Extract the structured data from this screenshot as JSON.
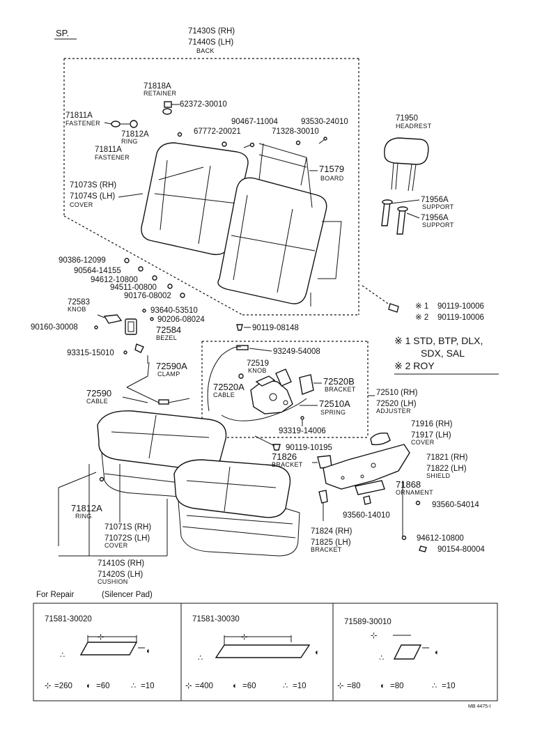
{
  "header": {
    "sp": "SP."
  },
  "back": {
    "pn_rh": "71430S (RH)",
    "pn_lh": "71440S (LH)",
    "name": "BACK"
  },
  "retainer": {
    "pn": "71818A",
    "name": "RETAINER"
  },
  "fastener_top": {
    "pn": "71811A",
    "name": "FASTENER"
  },
  "ring_top": {
    "pn": "71812A",
    "name": "RING"
  },
  "fastener_bottom": {
    "pn": "71811A",
    "name": "FASTENER"
  },
  "bolts_top": {
    "a": "62372-30010",
    "b": "90467-11004",
    "c": "93530-24010",
    "d": "67772-20021",
    "e": "71328-30010"
  },
  "board": {
    "pn": "71579",
    "name": "BOARD"
  },
  "headrest": {
    "pn": "71950",
    "name": "HEADREST"
  },
  "support_a": {
    "pn": "71956A",
    "name": "SUPPORT"
  },
  "support_b": {
    "pn": "71956A",
    "name": "SUPPORT"
  },
  "back_cover": {
    "pn_rh": "71073S (RH)",
    "pn_lh": "71074S (LH)",
    "name": "COVER"
  },
  "small_parts": {
    "p1": "90386-12099",
    "p2": "90564-14155",
    "p3": "94612-10800",
    "p4": "94511-00800",
    "p5": "90176-08002"
  },
  "knob_left": {
    "pn": "72583",
    "name": "KNOB"
  },
  "screw_93640": "93640-53510",
  "screw_90206": "90206-08024",
  "bezel": {
    "pn": "72584",
    "name": "BEZEL"
  },
  "screw_90160": "90160-30008",
  "screw_90119_08148": "90119-08148",
  "bolt_right": {
    "mark1": "※ 1",
    "pn1": "90119-10006",
    "mark2": "※ 2",
    "pn2": "90119-10006"
  },
  "notes": {
    "line1": "※ 1  STD, BTP, DLX,",
    "line2": "SDX, SAL",
    "line3": "※ 2  ROY"
  },
  "screw_93315": "93315-15010",
  "clamp": {
    "pn": "72590A",
    "name": "CLAMP"
  },
  "screw_93249": "93249-54008",
  "knob_inner": {
    "pn": "72519",
    "name": "KNOB"
  },
  "cable_inner": {
    "pn": "72520A",
    "name": "CABLE"
  },
  "bracket_adj": {
    "pn": "72520B",
    "name": "BRACKET"
  },
  "adjuster": {
    "pn_rh": "72510 (RH)",
    "pn_lh": "72520 (LH)",
    "name": "ADJUSTER"
  },
  "spring": {
    "pn": "72510A",
    "name": "SPRING"
  },
  "cable_left": {
    "pn": "72590",
    "name": "CABLE"
  },
  "screw_93319": "93319-14006",
  "screw_90119_10195": "90119-10195",
  "bracket_71826": {
    "pn": "71826",
    "name": "BRACKET"
  },
  "cover_side": {
    "pn_rh": "71916 (RH)",
    "pn_lh": "71917 (LH)",
    "name": "COVER"
  },
  "shield": {
    "pn_rh": "71821 (RH)",
    "pn_lh": "71822 (LH)",
    "name": "SHIELD"
  },
  "ornament": {
    "pn": "71868",
    "name": "ORNAMENT"
  },
  "screw_93560_54014": "93560-54014",
  "screw_93560_14010": "93560-14010",
  "ring_bottom": {
    "pn": "71812A",
    "name": "RING"
  },
  "cushion_cover": {
    "pn_rh": "71071S (RH)",
    "pn_lh": "71072S (LH)",
    "name": "COVER"
  },
  "bracket_71824": {
    "pn_rh": "71824 (RH)",
    "pn_lh": "71825 (LH)",
    "name": "BRACKET"
  },
  "screw_94612": "94612-10800",
  "screw_90154": "90154-80004",
  "cushion": {
    "pn_rh": "71410S (RH)",
    "pn_lh": "71420S (LH)",
    "name": "CUSHION"
  },
  "repair": {
    "title_a": "For Repair",
    "title_b": "(Silencer Pad)",
    "boxes": [
      {
        "pn": "71581-30020",
        "len": "=260",
        "wid": "=60",
        "qty": "=10"
      },
      {
        "pn": "71581-30030",
        "len": "=400",
        "wid": "=60",
        "qty": "=10"
      },
      {
        "pn": "71589-30010",
        "len": "=80",
        "wid": "=80",
        "qty": "=10"
      }
    ]
  },
  "footer_code": "MB 4475-I"
}
